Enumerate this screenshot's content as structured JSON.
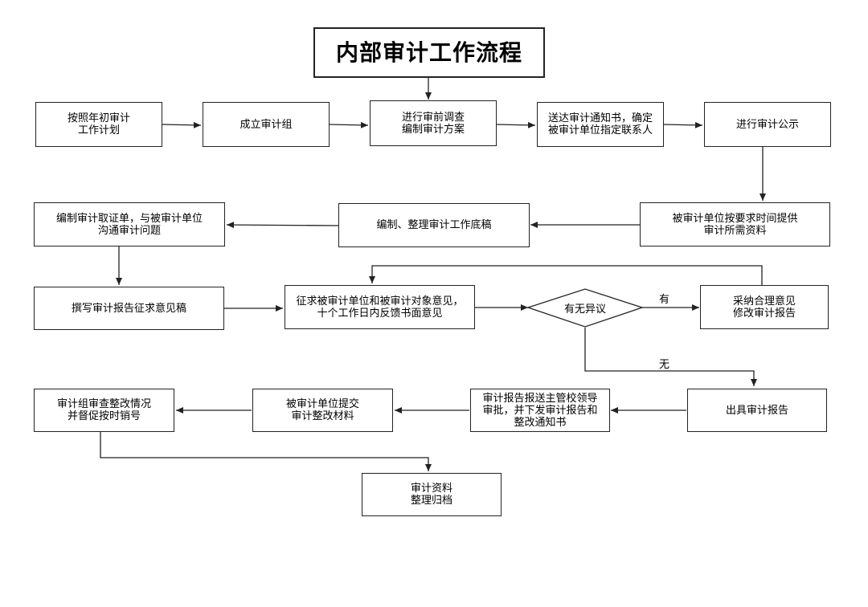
{
  "title": "内部审计工作流程",
  "steps": {
    "s1": "按照年初审计\n工作计划",
    "s2": "成立审计组",
    "s3": "进行审前调查\n编制审计方案",
    "s4": "送达审计通知书，确定\n被审计单位指定联系人",
    "s5": "进行审计公示",
    "s6": "被审计单位按要求时间提供\n审计所需资料",
    "s7": "编制、整理审计工作底稿",
    "s8": "编制审计取证单，与被审计单位\n沟通审计问题",
    "s9": "撰写审计报告征求意见稿",
    "s10": "征求被审计单位和被审计对象意见，\n十个工作日内反馈书面意见",
    "decision": "有无异议",
    "s11": "采纳合理意见\n修改审计报告",
    "s12": "出具审计报告",
    "s13": "审计报告报送主管校领导\n审批，并下发审计报告和\n整改通知书",
    "s14": "被审计单位提交\n审计整改材料",
    "s15": "审计组审查整改情况\n并督促按时销号",
    "s16": "审计资料\n整理归档"
  },
  "edge_labels": {
    "yes": "有",
    "no": "无"
  }
}
